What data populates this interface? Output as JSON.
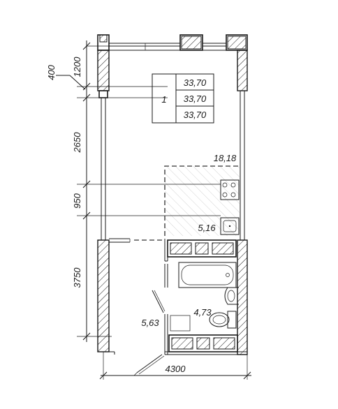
{
  "plan": {
    "unit_number": "1",
    "areas": {
      "total": "33,70",
      "total_heated": "33,70",
      "living": "33,70",
      "main_room": "18,18",
      "kitchen": "5,16",
      "bathroom": "4,73",
      "hallway": "5,63"
    },
    "dimensions": {
      "top_offset": "400",
      "upper_window_pier": "1200",
      "room_depth": "2650",
      "kitchen_span": "950",
      "lower_depth": "3750",
      "overall_width": "4300"
    }
  }
}
